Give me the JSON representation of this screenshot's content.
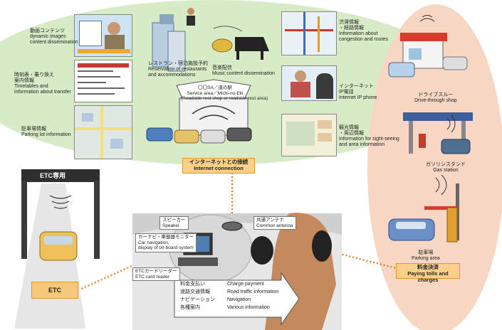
{
  "content": {
    "label": [
      "動画コンテンツ",
      "dynamic images",
      "content dissemination"
    ]
  },
  "timetable": {
    "label": [
      "時刻表・乗り換え",
      "案内情報",
      "Timetables and",
      "information about transfer"
    ]
  },
  "parking_info": {
    "label": [
      "駐車場情報",
      "Parking lot information"
    ]
  },
  "restaurant": {
    "label": [
      "レストラン・宿泊施設予約",
      "Reservation of restaurants",
      "and accommodations"
    ]
  },
  "music": {
    "label": [
      "音楽配信",
      "Music content dissemination"
    ]
  },
  "service_area": {
    "label": [
      "〇〇SA／道の駅",
      "Service area／Michi-no-Eki",
      "(Roadside rest shop or roadside rest area)"
    ]
  },
  "congestion": {
    "label": [
      "渋滞情報",
      "・経路情報",
      "Information about",
      "congestion and routes"
    ]
  },
  "ip_phone": {
    "label": [
      "インターネット",
      "IP電話",
      "Internet IP phone"
    ]
  },
  "sightseeing": {
    "label": [
      "観光情報",
      "・周辺情報",
      "Information for sight-seeing",
      "and area information"
    ]
  },
  "drive_through": {
    "label": [
      "ドライブスルー",
      "Drive-through shop"
    ]
  },
  "gas_station": {
    "label": [
      "ガソリンスタンド",
      "Gas station"
    ]
  },
  "parking_area": {
    "label": [
      "駐車場",
      "Parking area"
    ]
  },
  "internet_connection": {
    "label": [
      "インターネットとの接続",
      "Internet connection"
    ]
  },
  "paying_tolls": {
    "label": [
      "料金決済",
      "Paying tolls and charges"
    ]
  },
  "etc": {
    "gate_label": "ETC専用",
    "box_label": "ETC"
  },
  "devices": {
    "speaker": [
      "スピーカー",
      "Speaker"
    ],
    "antenna": [
      "共通アンテナ",
      "Common antenna"
    ],
    "carnav": [
      "カーナビ・車載器モニター",
      "Car navigation,",
      "display of on-board system"
    ],
    "reader": [
      "ETCカードリーダー",
      "ETC card reader"
    ]
  },
  "services": {
    "jp": [
      "料金支払い",
      "道路交通情報",
      "ナビゲーション",
      "各種案内"
    ],
    "en": [
      "Charge payment",
      "Road traffic information",
      "Navigation",
      "Various information"
    ]
  },
  "colors": {
    "green_zone": "#d7ecc6",
    "pink_zone": "#f7d6c3",
    "tag_fill": "#fbd089",
    "dotted_line": "#e07a1f",
    "etc_box": "#f6c87a"
  }
}
